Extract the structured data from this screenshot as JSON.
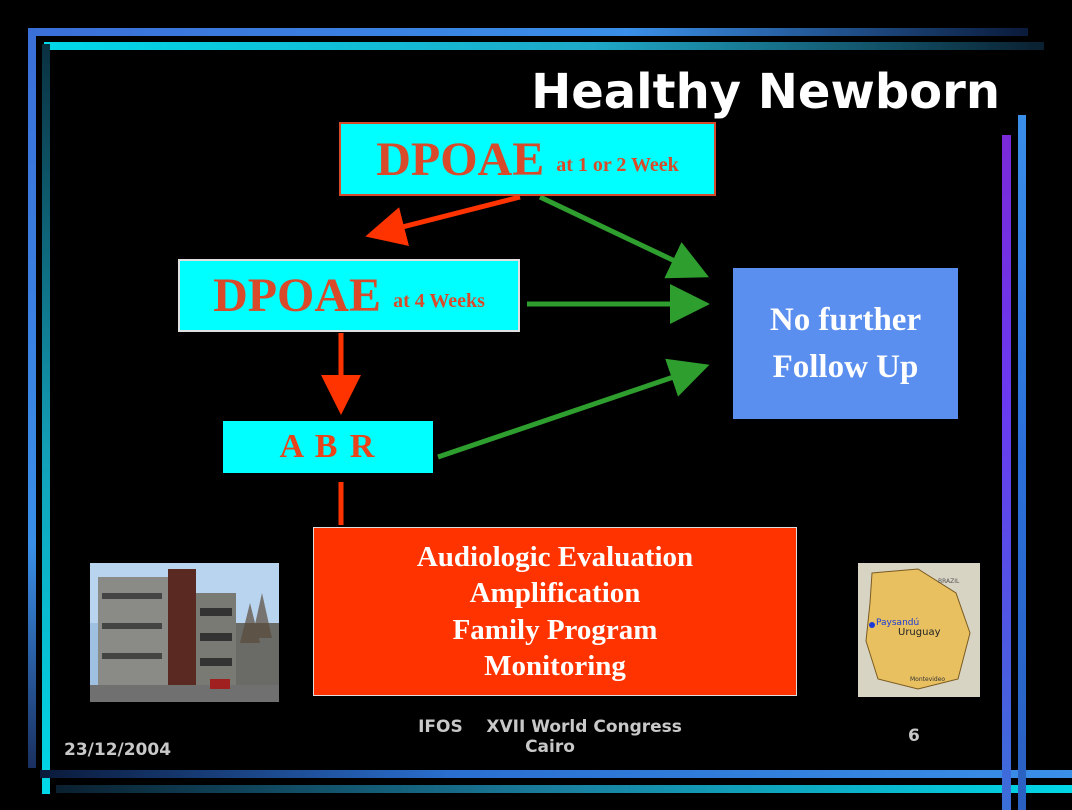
{
  "title": "Healthy Newborn",
  "boxes": {
    "step1": {
      "main": "DPOAE",
      "sub": "at 1 or 2 Week"
    },
    "step2": {
      "main": "DPOAE",
      "sub": "at 4 Weeks"
    },
    "abr": "A B R",
    "no_follow": [
      "No further",
      "Follow Up"
    ],
    "eval": [
      "Audiologic Evaluation",
      "Amplification",
      "Family Program",
      "Monitoring"
    ]
  },
  "map_labels": {
    "city": "Paysandú",
    "country": "Uruguay",
    "neighbor": "BRAZIL",
    "capital": "Montevideo"
  },
  "footer": {
    "date": "23/12/2004",
    "conference_line1": "IFOS    XVII World Congress",
    "conference_line2": "Cairo",
    "page": "6"
  },
  "colors": {
    "cyan": "#00ffff",
    "red_text": "#d94a2a",
    "blue_box": "#5a8ff0",
    "red_box": "#ff3300",
    "arrow_red": "#ff3300",
    "arrow_green": "#2e9e2e"
  }
}
